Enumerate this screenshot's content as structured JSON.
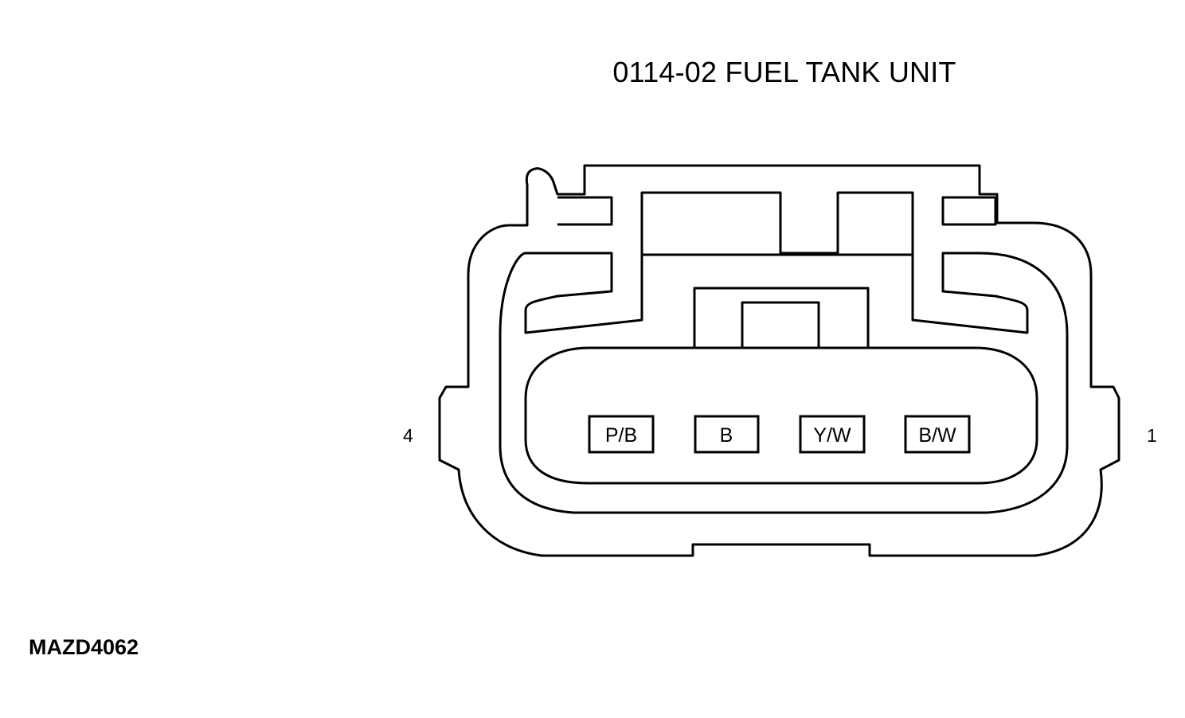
{
  "diagram": {
    "title": "0114-02 FUEL TANK UNIT",
    "figure_code": "MAZD4062",
    "pin_left": "4",
    "pin_right": "1",
    "terminals": [
      {
        "label": "P/B"
      },
      {
        "label": "B"
      },
      {
        "label": "Y/W"
      },
      {
        "label": "B/W"
      }
    ]
  }
}
